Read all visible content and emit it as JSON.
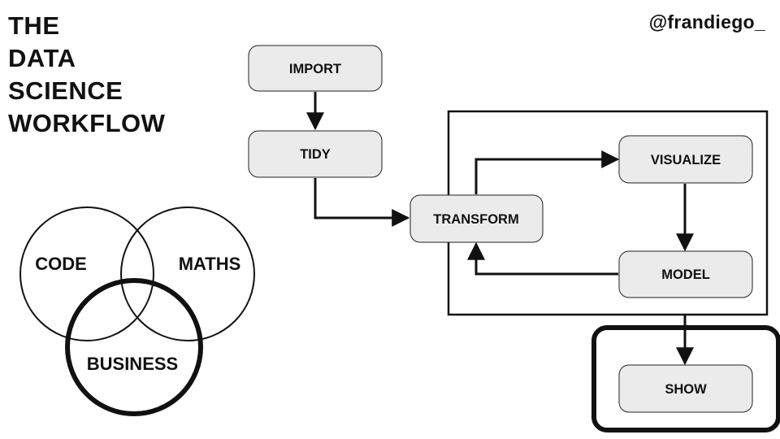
{
  "title": {
    "lines": [
      "THE",
      "DATA",
      "SCIENCE",
      "WORKFLOW"
    ]
  },
  "handle": "@frandiego_",
  "colors": {
    "node_fill": "#ebebeb",
    "stroke": "#111111",
    "background": "#ffffff"
  },
  "workflow": {
    "import": "IMPORT",
    "tidy": "TIDY",
    "transform": "TRANSFORM",
    "visualize": "VISUALIZE",
    "model": "MODEL",
    "show": "SHOW"
  },
  "venn": {
    "code": "CODE",
    "maths": "MATHS",
    "business": "BUSINESS"
  }
}
